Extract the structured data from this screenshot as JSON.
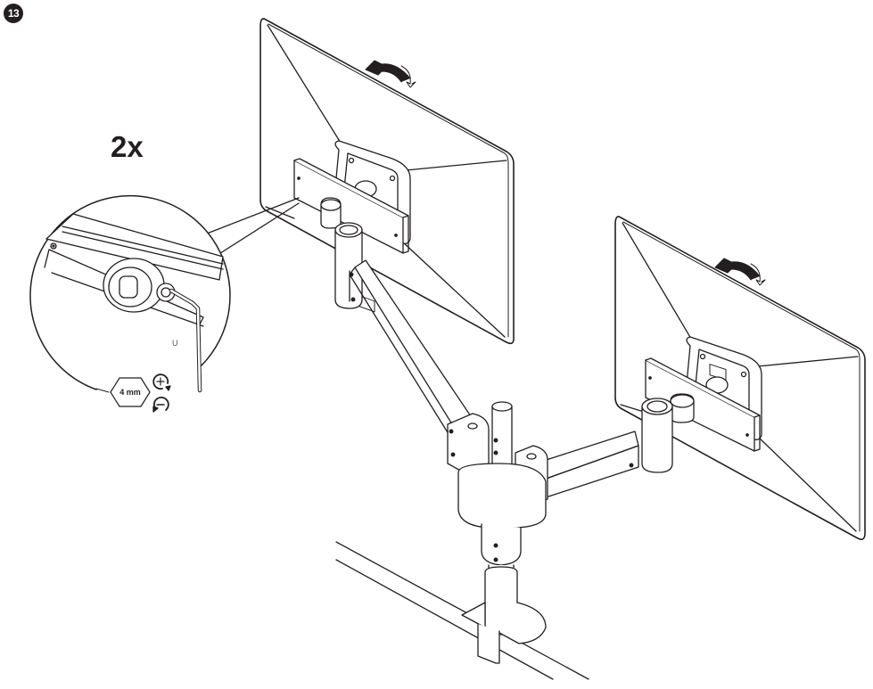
{
  "diagram": {
    "type": "assembly-instruction",
    "step_number": "13",
    "quantity_label": "2x",
    "tool": {
      "name": "hex-key",
      "size_label": "4 mm"
    },
    "detail_callout": {
      "marker_label": "U",
      "rotation_icons": [
        {
          "name": "tighten-clockwise",
          "symbol": "+"
        },
        {
          "name": "loosen-counterclockwise",
          "symbol": "−"
        }
      ]
    },
    "components": [
      "left-monitor",
      "right-monitor",
      "left-vesa-plate",
      "right-vesa-plate",
      "left-arm",
      "right-arm",
      "center-pole",
      "desk-clamp",
      "desk-edge"
    ],
    "annotations": [
      {
        "name": "left-monitor-tilt-arrow"
      },
      {
        "name": "right-monitor-tilt-arrow"
      }
    ],
    "colors": {
      "line": "#231f20",
      "fill": "#ffffff",
      "badge": "#231f20"
    }
  }
}
